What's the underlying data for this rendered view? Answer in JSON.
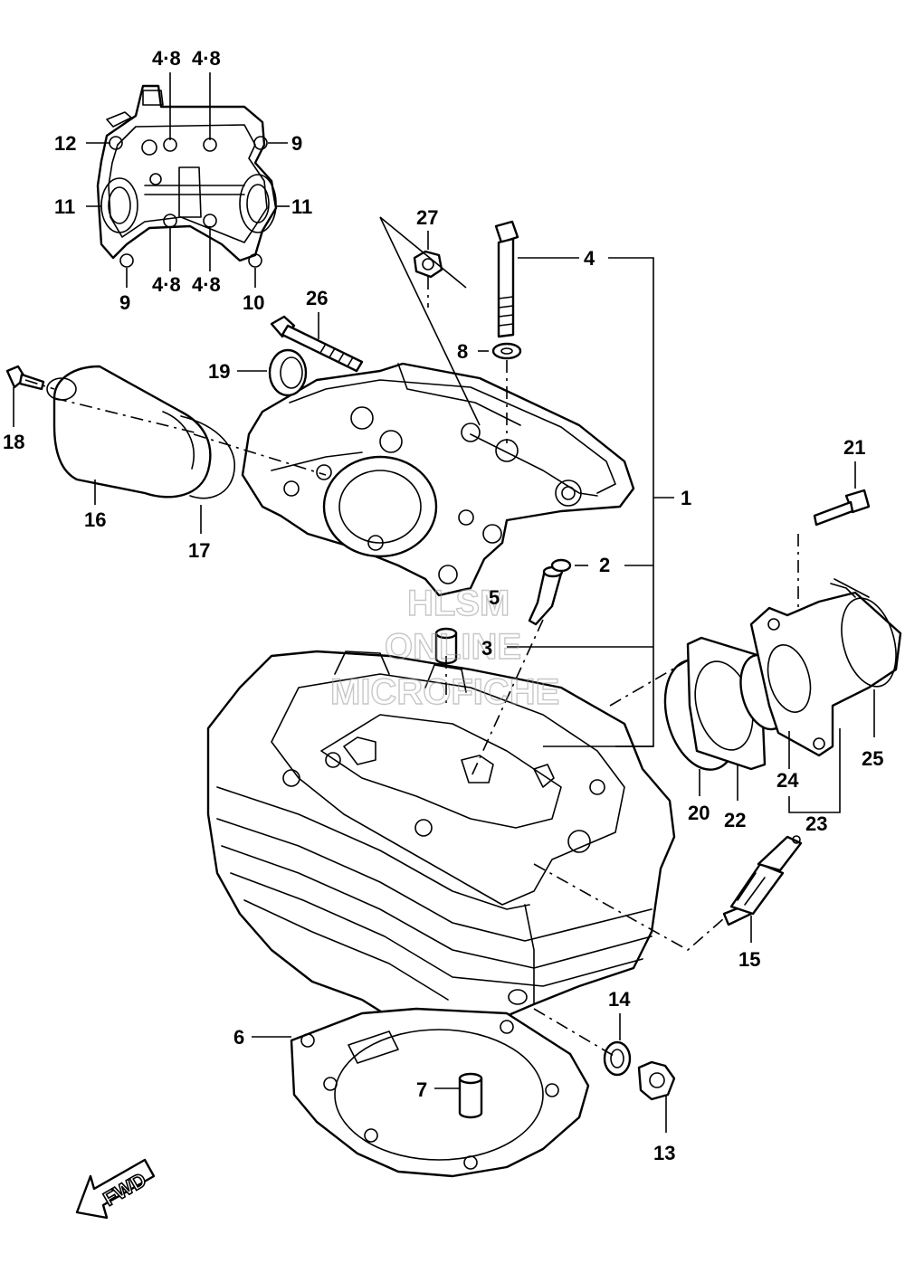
{
  "callouts": {
    "c1": "1",
    "c2": "2",
    "c3": "3",
    "c4": "4",
    "c5": "5",
    "c6": "6",
    "c7": "7",
    "c8": "8",
    "c9a": "9",
    "c9b": "9",
    "c10": "10",
    "c11a": "11",
    "c11b": "11",
    "c12": "12",
    "c48a": "4·8",
    "c48b": "4·8",
    "c48c": "4·8",
    "c48d": "4·8",
    "c13": "13",
    "c14": "14",
    "c15": "15",
    "c16": "16",
    "c17": "17",
    "c18": "18",
    "c19": "19",
    "c20": "20",
    "c21": "21",
    "c22": "22",
    "c23": "23",
    "c24": "24",
    "c25": "25",
    "c26": "26",
    "c27": "27"
  },
  "watermark": {
    "line1": "HLSM",
    "line2": "ONLINE",
    "line3": "MICROFICHE"
  },
  "fwd_label": "FWD"
}
